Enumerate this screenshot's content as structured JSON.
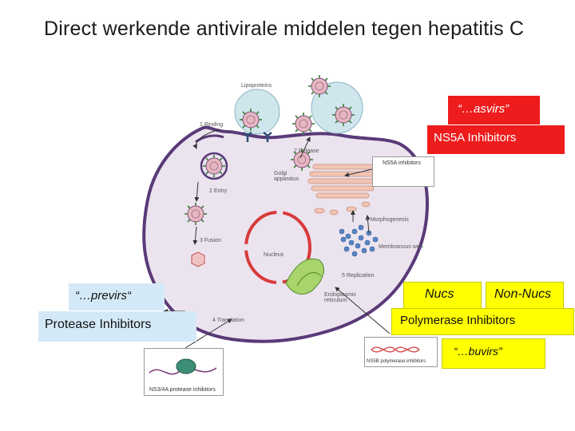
{
  "title": "Direct werkende antivirale middelen tegen hepatitis C",
  "boxes": {
    "asvirs": "“…asvirs”",
    "ns5a": "NS5A Inhibitors",
    "previrs": "“…previrs“",
    "protease": "Protease Inhibitors",
    "nucs": "Nucs",
    "nonnucs": "Non-Nucs",
    "polymerase": "Polymerase Inhibitors",
    "buvirs": "“…buvirs”"
  },
  "steps": {
    "lipoproteins": "Lipoproteins",
    "binding": "1 Binding",
    "release": "7 Release",
    "golgi": "Golgi apparatus",
    "entry": "2 Entry",
    "fusion": "3 Fusion",
    "nucleus": "Nucleus",
    "morpho": "6 Morphogenesis",
    "membrane": "Membranous web",
    "replication": "5 Replication",
    "er": "Endoplasmic reticulum",
    "translation": "4 Translation"
  },
  "insets": {
    "ns5a": "NS5A inhibitors",
    "ns5b": "NS5B polymerase inhibitors",
    "ns34a": "NS3/4A protease inhibitors"
  },
  "colors": {
    "cell": "#ebe4ef",
    "cell_border": "#5a3a78",
    "virus": "#e7b7c0",
    "lipo": "#cfe6ec",
    "red_box": "#ee1c1c",
    "yellow_box": "#ffff00",
    "blue_box": "#d4e9f7"
  }
}
